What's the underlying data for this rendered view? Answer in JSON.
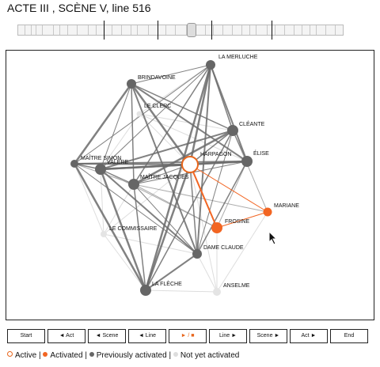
{
  "header": {
    "title": "ACTE III , SCÈNE V, line 516"
  },
  "colors": {
    "active": "#e8661c",
    "activated": "#f26522",
    "previous": "#666666",
    "not_yet": "#e4e4e4"
  },
  "graph": {
    "characters": [
      {
        "id": "merluche",
        "label": "LA MERLUCHE",
        "state": "previous"
      },
      {
        "id": "brindavoine",
        "label": "BRINDAVOINE",
        "state": "previous"
      },
      {
        "id": "leclerc",
        "label": "LE CLERC",
        "state": "not_yet"
      },
      {
        "id": "cleante",
        "label": "CLÉANTE",
        "state": "previous"
      },
      {
        "id": "elise",
        "label": "ÉLISE",
        "state": "previous"
      },
      {
        "id": "harpagon",
        "label": "HARPAGON",
        "state": "active"
      },
      {
        "id": "simon",
        "label": "MAÎTRE SIMON",
        "state": "previous"
      },
      {
        "id": "valere",
        "label": "VALÈRE",
        "state": "previous"
      },
      {
        "id": "jacques",
        "label": "MAÎTRE JACQUES",
        "state": "previous"
      },
      {
        "id": "mariane",
        "label": "MARIANE",
        "state": "activated"
      },
      {
        "id": "frosine",
        "label": "FROSINE",
        "state": "activated"
      },
      {
        "id": "commissaire",
        "label": "LE COMMISSAIRE",
        "state": "not_yet"
      },
      {
        "id": "claude",
        "label": "DAME CLAUDE",
        "state": "previous"
      },
      {
        "id": "fleche",
        "label": "LA FLÈCHE",
        "state": "previous"
      },
      {
        "id": "anselme",
        "label": "ANSELME",
        "state": "not_yet"
      }
    ]
  },
  "controls": [
    {
      "id": "start",
      "label": "Start"
    },
    {
      "id": "prev-act",
      "label": "◄ Act"
    },
    {
      "id": "prev-scene",
      "label": "◄ Scene"
    },
    {
      "id": "prev-line",
      "label": "◄ Line"
    },
    {
      "id": "play-stop",
      "label": "► / ■"
    },
    {
      "id": "next-line",
      "label": "Line ►"
    },
    {
      "id": "next-scene",
      "label": "Scene ►"
    },
    {
      "id": "next-act",
      "label": "Act ►"
    },
    {
      "id": "end",
      "label": "End"
    }
  ],
  "legend": {
    "active": "Active",
    "activated": "Activated",
    "previous": "Previously activated",
    "not_yet": "Not yet activated",
    "separator": "|"
  }
}
